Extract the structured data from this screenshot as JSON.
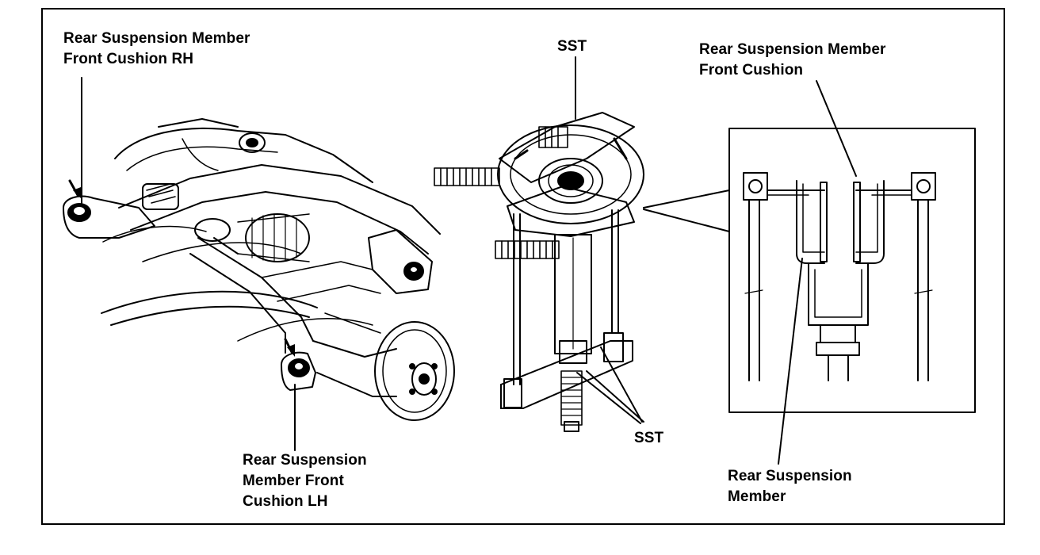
{
  "labels": {
    "cushion_rh": [
      "Rear Suspension Member",
      "Front Cushion RH"
    ],
    "cushion_lh": [
      "Rear Suspension",
      "Member Front",
      "Cushion LH"
    ],
    "sst_top": "SST",
    "sst_bottom": "SST",
    "front_cushion": [
      "Rear Suspension Member",
      "Front Cushion"
    ],
    "member": [
      "Rear Suspension",
      "Member"
    ]
  },
  "colors": {
    "ink": "#000000",
    "paper": "#ffffff"
  }
}
